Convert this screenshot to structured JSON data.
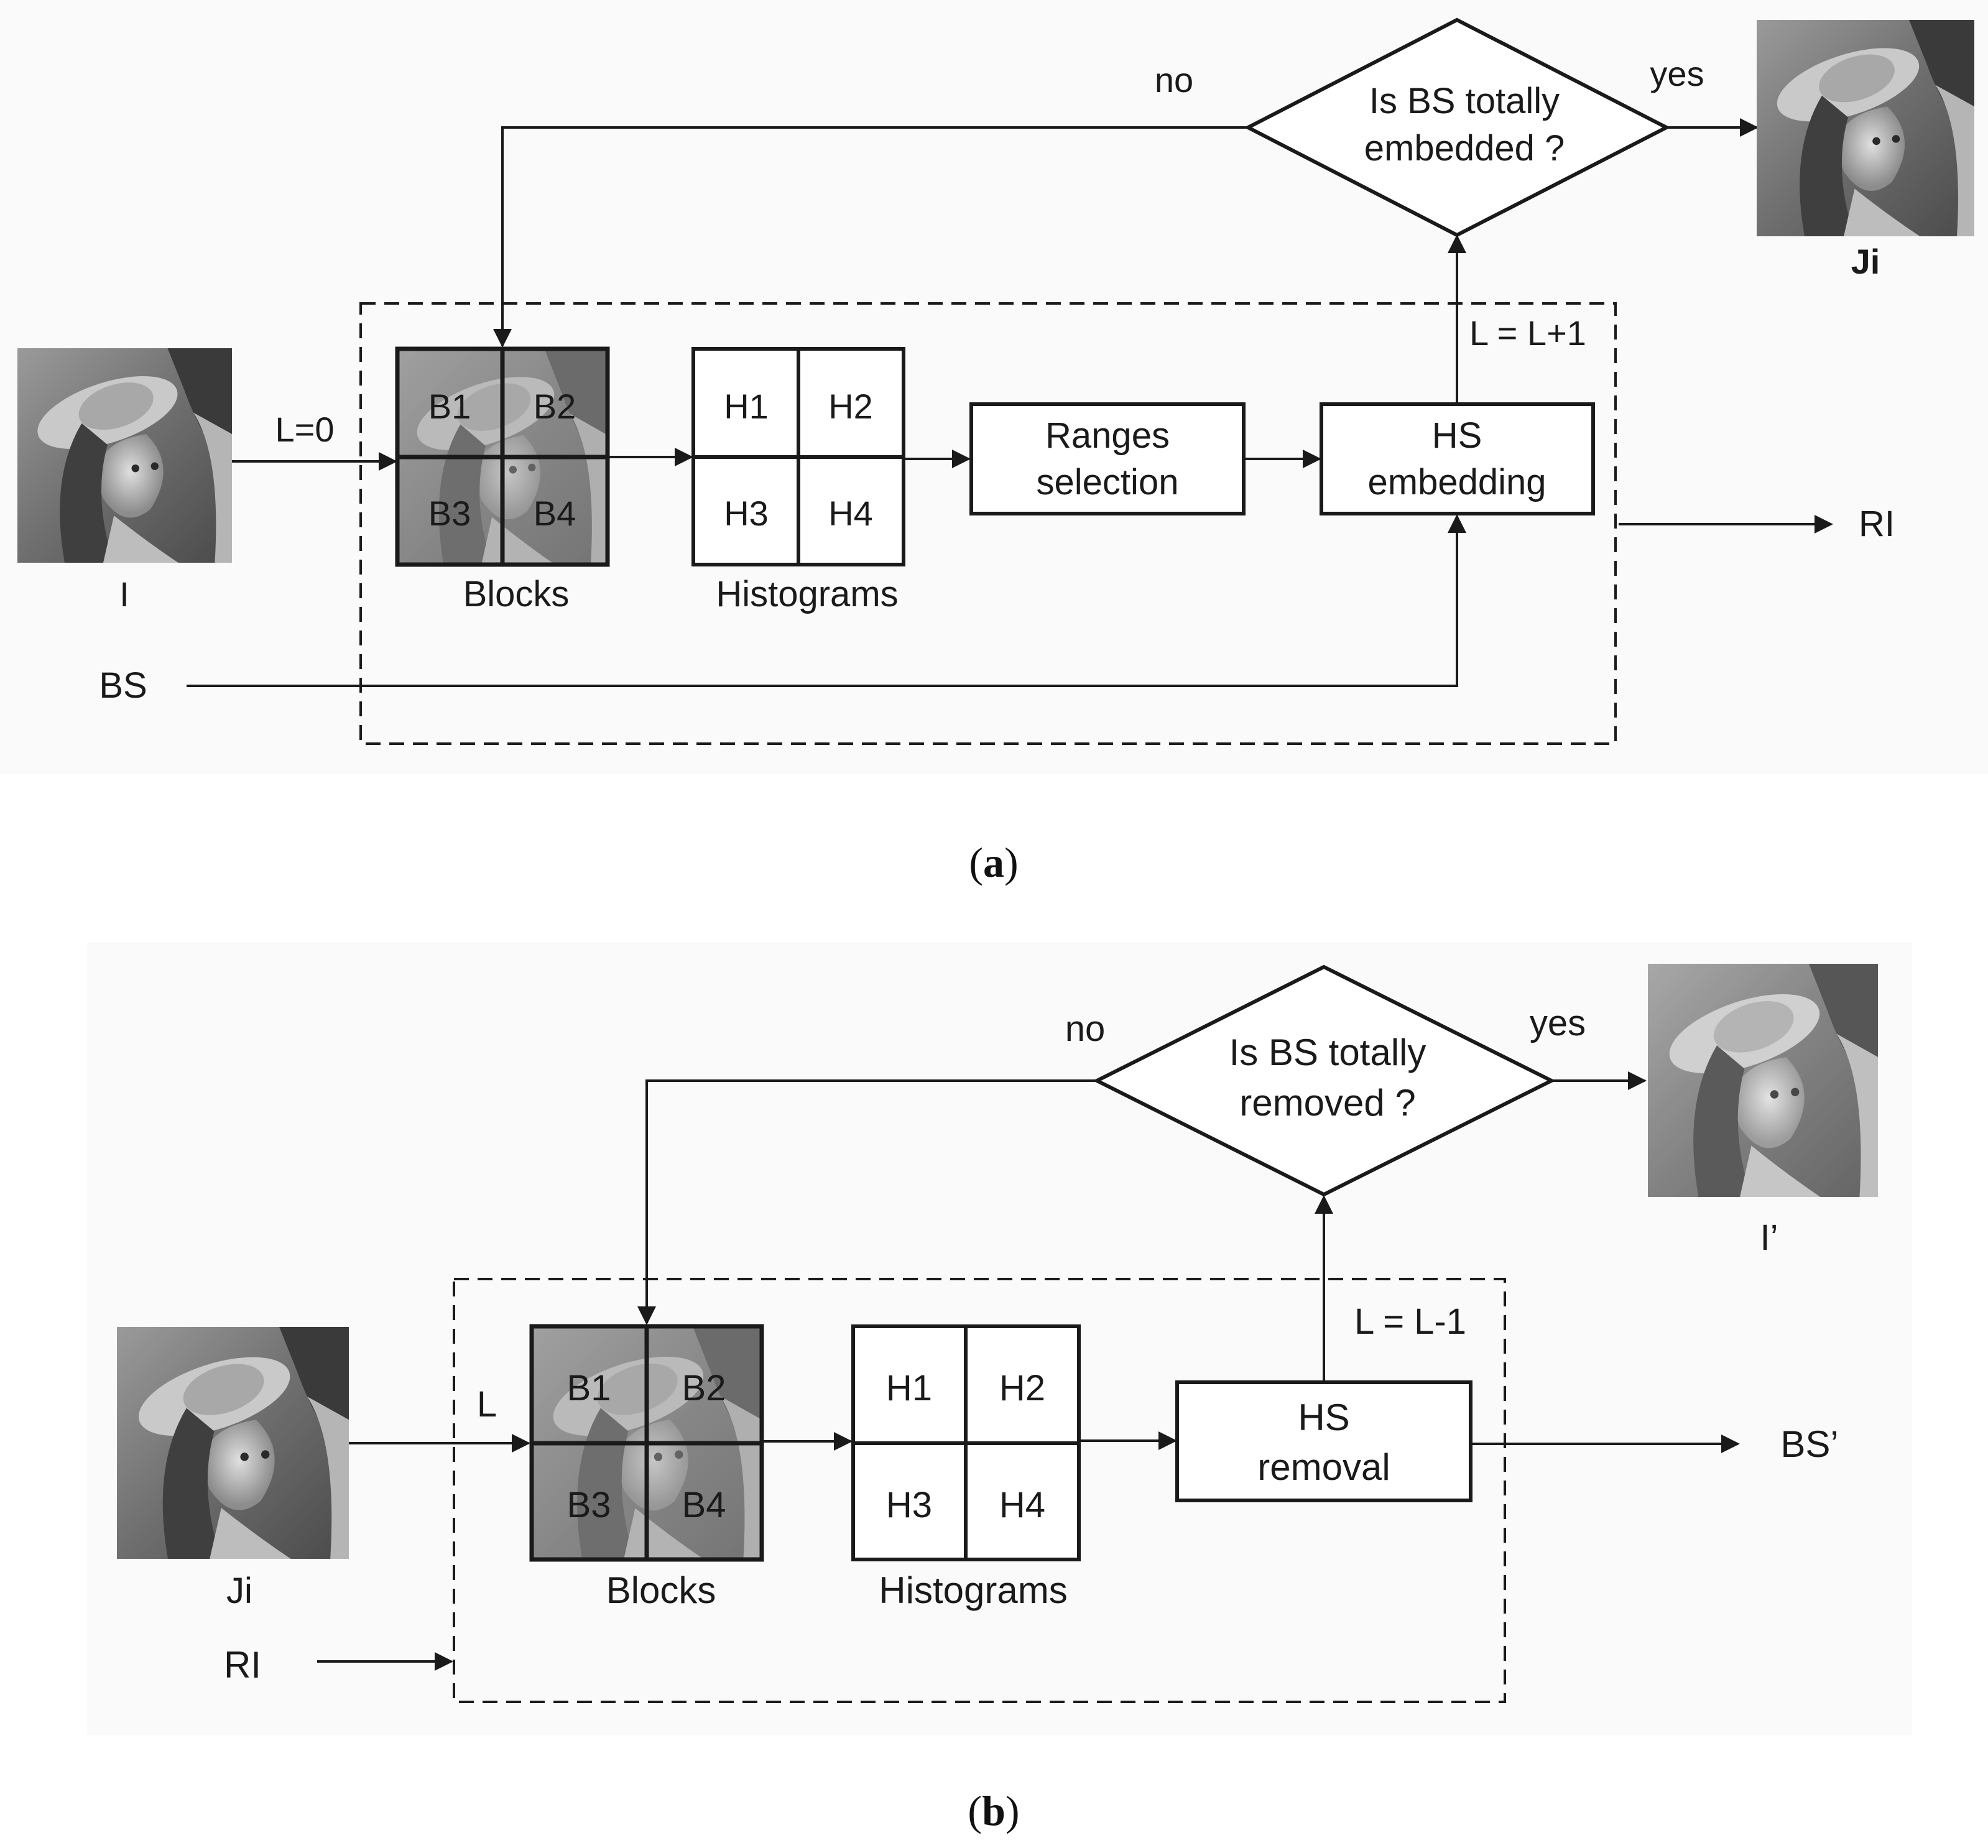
{
  "panel_a": {
    "caption_letter": "a",
    "input_image_label": "I",
    "init_label": "L=0",
    "blocks": [
      "B1",
      "B2",
      "B3",
      "B4"
    ],
    "blocks_label": "Blocks",
    "histograms": [
      "H1",
      "H2",
      "H3",
      "H4"
    ],
    "histograms_label": "Histograms",
    "ranges_box": [
      "Ranges",
      "selection"
    ],
    "hs_box": [
      "HS",
      "embedding"
    ],
    "decision": [
      "Is BS totally",
      "embedded ?"
    ],
    "no_label": "no",
    "yes_label": "yes",
    "counter_label": "L = L+1",
    "output_image_label": "Ji",
    "ri_label": "RI",
    "bs_label": "BS"
  },
  "panel_b": {
    "caption_letter": "b",
    "input_image_label": "Ji",
    "level_label": "L",
    "blocks": [
      "B1",
      "B2",
      "B3",
      "B4"
    ],
    "blocks_label": "Blocks",
    "histograms": [
      "H1",
      "H2",
      "H3",
      "H4"
    ],
    "histograms_label": "Histograms",
    "hs_box": [
      "HS",
      "removal"
    ],
    "decision": [
      "Is BS totally",
      "removed ?"
    ],
    "no_label": "no",
    "yes_label": "yes",
    "counter_label": "L = L-1",
    "output_image_label": "I’",
    "bs_out_label": "BS’",
    "ri_label": "RI"
  }
}
